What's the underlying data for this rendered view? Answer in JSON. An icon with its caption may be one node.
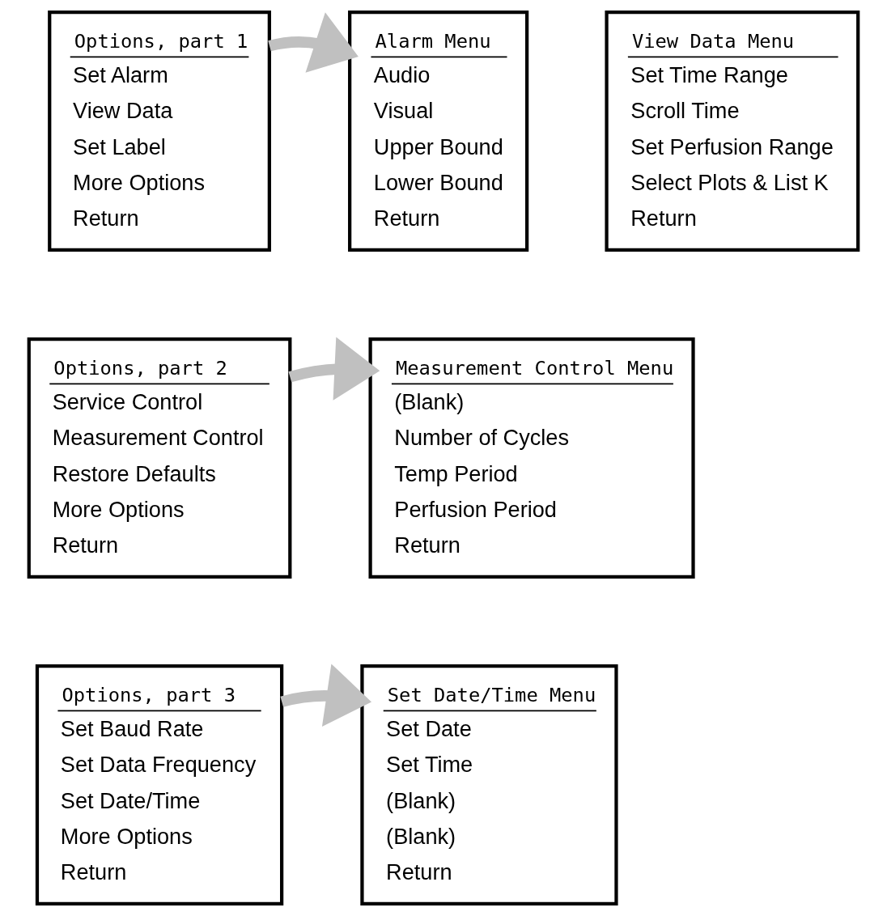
{
  "diagram": {
    "nodes": [
      {
        "text": [
          "Options, part 1",
          "Set Alarm",
          "View Data",
          "Set Label",
          "More Options",
          "Return"
        ]
      },
      {
        "text": [
          "Alarm Menu",
          "Audio",
          "Visual",
          "Upper Bound",
          "Lower Bound",
          "Return"
        ]
      },
      {
        "text": [
          "View Data Menu",
          "Set Time Range",
          "Scroll Time",
          "Set Perfusion Range",
          "Select Plots & List K",
          "Return"
        ]
      },
      {
        "text": [
          "Options, part 2",
          "Service Control",
          "Measurement Control",
          "Restore Defaults",
          "More Options",
          "Return"
        ]
      },
      {
        "text": [
          "Measurement Control Menu",
          "(Blank)",
          "Number of Cycles",
          "Temp Period",
          "Perfusion Period",
          "Return"
        ]
      },
      {
        "text": [
          "Options, part 3",
          "Set Baud Rate",
          "Set Data Frequency",
          "Set Date/Time",
          "More Options",
          "Return"
        ]
      },
      {
        "text": [
          "Set Date/Time Menu",
          "Set Date",
          "Set Time",
          "(Blank)",
          "(Blank)",
          "Return"
        ]
      }
    ],
    "edges": [
      {
        "from": 0,
        "to": 1,
        "arrow": "to"
      },
      {
        "from": 3,
        "to": 4,
        "arrow": "to"
      },
      {
        "from": 5,
        "to": 6,
        "arrow": "to"
      }
    ]
  }
}
